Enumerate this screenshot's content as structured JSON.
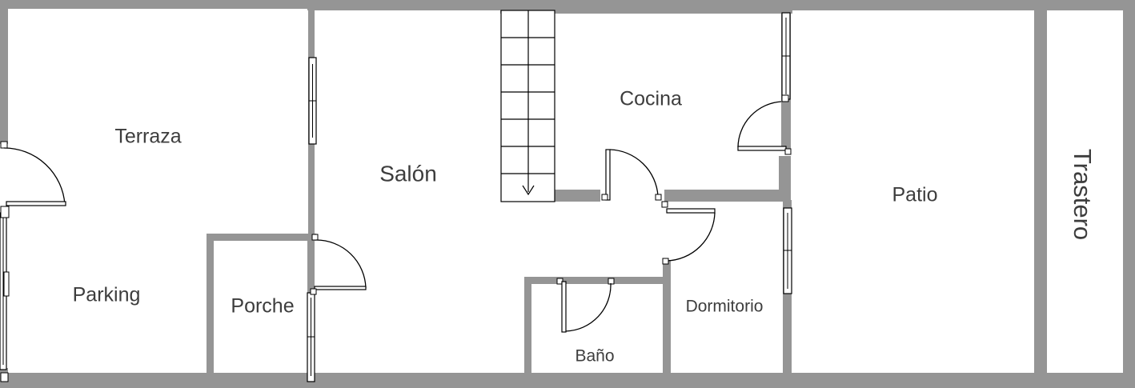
{
  "rooms": {
    "terraza": "Terraza",
    "salon": "Salón",
    "cocina": "Cocina",
    "patio": "Patio",
    "trastero": "Trastero",
    "parking": "Parking",
    "porche": "Porche",
    "dormitorio": "Dormitorio",
    "bano": "Baño"
  },
  "colors": {
    "wall": "#959595",
    "line": "#000000",
    "text": "#3d3d3d",
    "background": "#ffffff"
  }
}
